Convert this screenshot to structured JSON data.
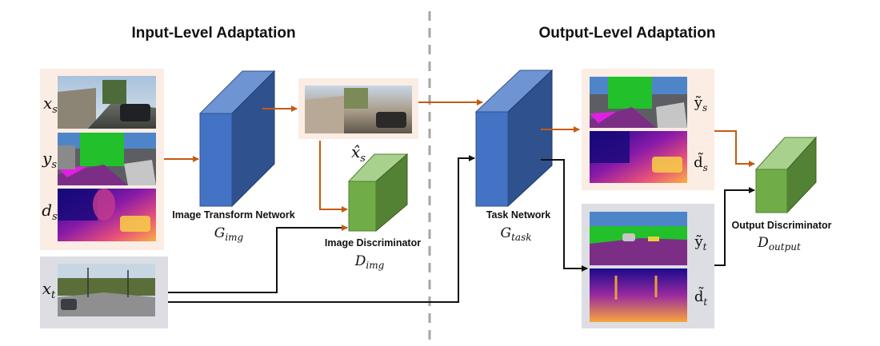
{
  "titles": {
    "input": "Input-Level Adaptation",
    "output": "Output-Level Adaptation"
  },
  "source_labels": {
    "x": "x",
    "x_sub": "s",
    "y": "y",
    "y_sub": "s",
    "d": "d",
    "d_sub": "s"
  },
  "target_label": {
    "x": "x",
    "x_sub": "t"
  },
  "transformed_label": {
    "x": "x̂",
    "x_sub": "s"
  },
  "networks": {
    "image_transform": {
      "name": "Image Transform Network",
      "sym": "G",
      "sub": "img"
    },
    "image_discriminator": {
      "name": "Image Discriminator",
      "sym": "D",
      "sub": "img"
    },
    "task": {
      "name": "Task Network",
      "sym": "G",
      "sub": "task"
    },
    "output_discriminator": {
      "name": "Output Discriminator",
      "sym": "D",
      "sub": "output"
    }
  },
  "pred_source": {
    "y": "ỹ",
    "y_sub": "s",
    "d": "d̃",
    "d_sub": "s"
  },
  "pred_target": {
    "y": "ỹ",
    "y_sub": "t",
    "d": "d̃",
    "d_sub": "t"
  },
  "colors": {
    "source_panel": "#fbede4",
    "target_panel": "#dcdee3",
    "cube_blue": "#4472c4",
    "cube_green": "#70ad47",
    "arrow_orange": "#c55a11",
    "arrow_dark": "#111111",
    "divider": "#a6a6a6"
  }
}
